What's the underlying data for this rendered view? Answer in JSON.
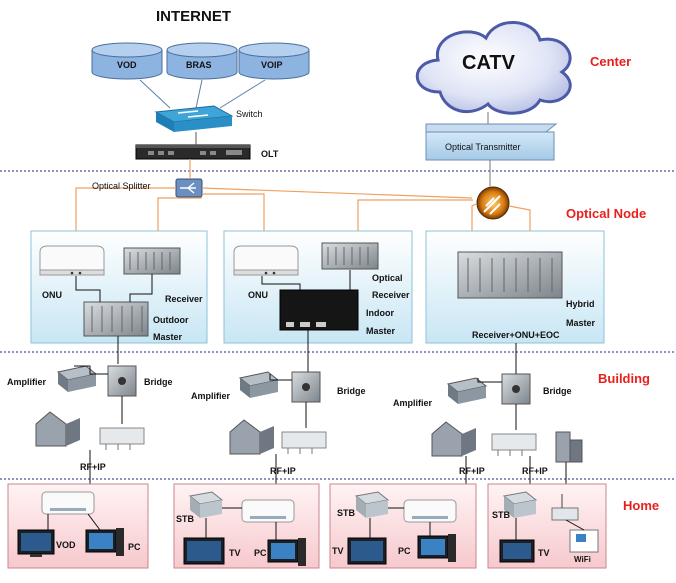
{
  "title": "INTERNET",
  "zones": {
    "center": "Center",
    "optical_node": "Optical Node",
    "building": "Building",
    "home": "Home"
  },
  "databases": [
    "VOD",
    "BRAS",
    "VOIP"
  ],
  "catv": "CATV",
  "labels": {
    "switch": "Switch",
    "olt": "OLT",
    "optical_transmitter": "Optical Transmitter",
    "optical_splitter": "Optical Splitter",
    "onu_1": "ONU",
    "receiver_1": "Receiver",
    "outdoor": "Outdoor",
    "master_1": "Master",
    "onu_2": "ONU",
    "optical": "Optical",
    "receiver_2": "Receiver",
    "indoor": "Indoor",
    "master_2": "Master",
    "hybrid": "Hybrid",
    "master_3": "Master",
    "receiver_onu_eoc": "Receiver+ONU+EOC",
    "amplifier_1": "Amplifier",
    "bridge_1": "Bridge",
    "amplifier_2": "Amplifier",
    "bridge_2": "Bridge",
    "amplifier_3": "Amplifier",
    "bridge_3": "Bridge",
    "rfip_1": "RF+IP",
    "rfip_2": "RF+IP",
    "rfip_3": "RF+IP",
    "rfip_4": "RF+IP",
    "h1_vod": "VOD",
    "h1_pc": "PC",
    "h2_stb": "STB",
    "h2_tv": "TV",
    "h2_pc": "PC",
    "h3_stb": "STB",
    "h3_tv": "TV",
    "h3_pc": "PC",
    "h4_stb": "STB",
    "h4_tv": "TV",
    "h4_wifi": "WiFi"
  },
  "colors": {
    "zone_text": "#e8201c",
    "divider": "#1a2a8c",
    "fiber": "#f0a060",
    "node_box": "#def1f8",
    "home_box": "#fae0e2",
    "db_fill": "#8db3e0"
  }
}
